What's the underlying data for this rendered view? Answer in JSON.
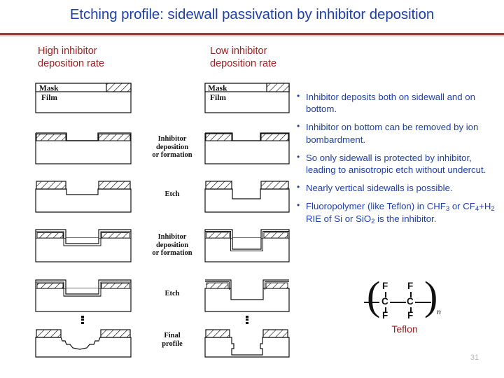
{
  "slide": {
    "title": "Etching profile: sidewall passivation by inhibitor deposition",
    "number": "31",
    "accent_color": "#a02020",
    "title_color": "#1f3fa8",
    "rule_color": "#a33a3a"
  },
  "columns": {
    "left_header": "High inhibitor deposition rate",
    "right_header": "Low inhibitor deposition rate"
  },
  "process_steps": [
    {
      "label": "",
      "left_caption_mask": "Mask",
      "left_caption_film": "Film"
    },
    {
      "label": "Inhibitor deposition or formation"
    },
    {
      "label": "Etch"
    },
    {
      "label": "Inhibitor deposition or formation"
    },
    {
      "label": "Etch"
    },
    {
      "label": "Final profile"
    }
  ],
  "step_labels": {
    "s1": "",
    "s2_line1": "Inhibitor",
    "s2_line2": "deposition",
    "s2_line3": "or formation",
    "s3": "Etch",
    "s4_line1": "Inhibitor",
    "s4_line2": "deposition",
    "s4_line3": "or formation",
    "s5": "Etch",
    "s6_line1": "Final",
    "s6_line2": "profile"
  },
  "figure_labels": {
    "mask": "Mask",
    "film": "Film"
  },
  "bullets": [
    "Inhibitor deposits both on sidewall and on bottom.",
    "Inhibitor on bottom can be removed by ion bombardment.",
    "So only sidewall is protected by inhibitor, leading to anisotropic etch without undercut.",
    "Nearly vertical sidewalls is possible."
  ],
  "bullet5": {
    "part1": "Fluoropolymer (like Teflon) in CHF",
    "sub1": "3",
    "part2": " or CF",
    "sub2": "4",
    "part3": "+H",
    "sub3": "2",
    "part4": " RIE of Si or SiO",
    "sub4": "2",
    "part5": " is the inhibitor."
  },
  "teflon": {
    "name": "Teflon",
    "paren_left": "(",
    "paren_right": ")",
    "subscript_n": "n",
    "atom_f_top_left": "F",
    "atom_f_top_right": "F",
    "atom_c_left": "C",
    "atom_c_right": "C",
    "atom_f_bottom_left": "F",
    "atom_f_bottom_right": "F"
  }
}
